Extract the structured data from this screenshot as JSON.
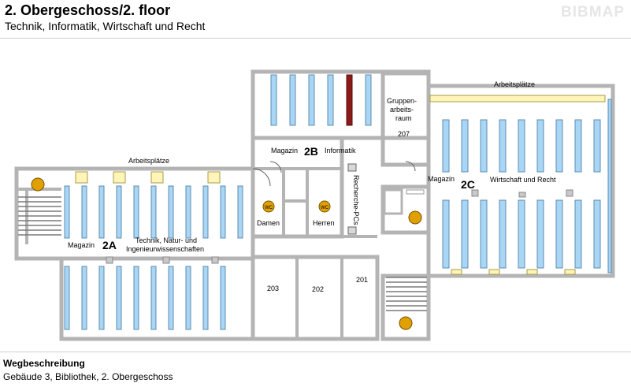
{
  "header": {
    "title": "2. Obergeschoss/2. floor",
    "subtitle": "Technik, Informatik, Wirtschaft und Recht",
    "logo": "BIBMAP"
  },
  "map": {
    "zone_2a": "2A",
    "zone_2b": "2B",
    "zone_2c": "2C",
    "arbeitsplaetze_west": "Arbeitsplätze",
    "arbeitsplaetze_east": "Arbeitsplätze",
    "magazin_2a": "Magazin",
    "technik_line1": "Technik, Natur- und",
    "technik_line2": "Ingenieurwissenschaften",
    "magazin_2b": "Magazin",
    "informatik": "Informatik",
    "magazin_2c": "Magazin",
    "wirtschaft": "Wirtschaft und Recht",
    "gruppen_line1": "Gruppen-",
    "gruppen_line2": "arbeits-",
    "gruppen_line3": "raum",
    "room_207": "207",
    "room_203": "203",
    "room_202": "202",
    "room_201": "201",
    "damen": "Damen",
    "herren": "Herren",
    "wc": "WC",
    "recherche": "Recherche-PCs",
    "colors": {
      "shelf": "#a9d6f5",
      "wall": "#b4b4b4",
      "desk": "#fff5b8",
      "special_shelf": "#8b1a1a"
    }
  },
  "footer": {
    "route_title": "Wegbeschreibung",
    "route_text": "Gebäude 3, Bibliothek, 2. Obergeschoss"
  }
}
